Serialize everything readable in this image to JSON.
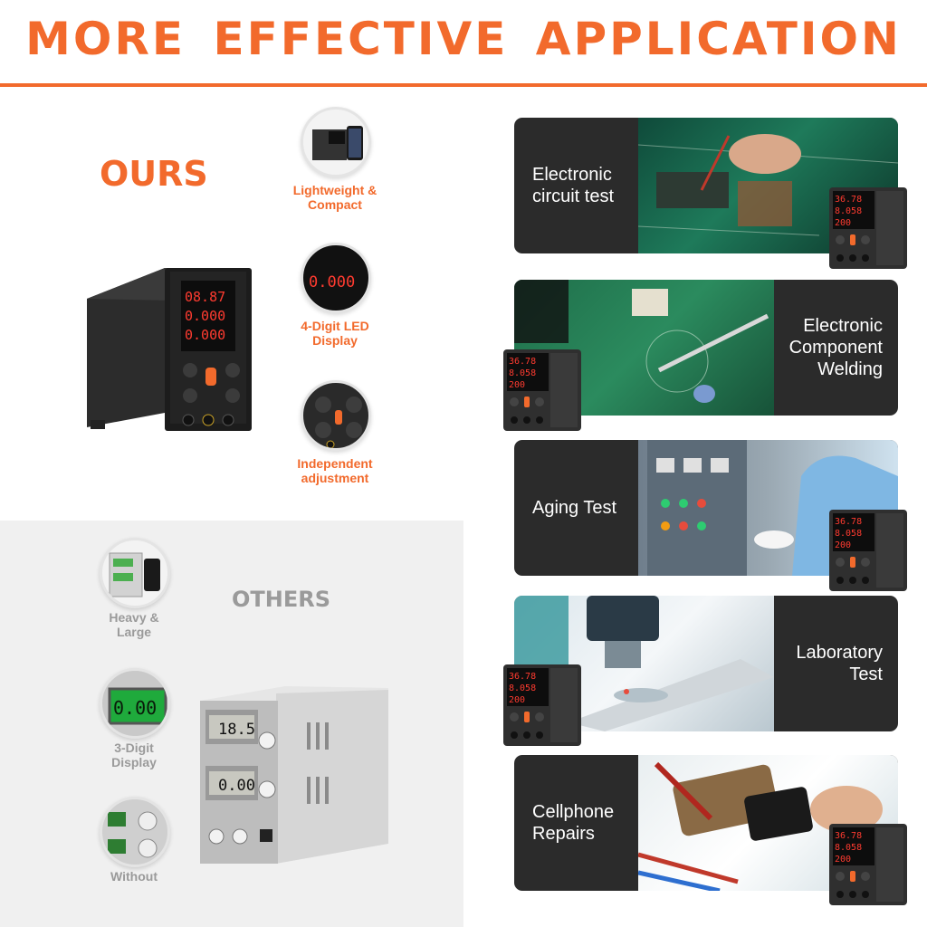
{
  "header": {
    "title": "MORE EFFECTIVE APPLICATION"
  },
  "ours": {
    "label": "OURS",
    "features": [
      {
        "icon": "compact-psu-icon",
        "label": "Lightweight &\nCompact"
      },
      {
        "icon": "led-display-icon",
        "label": "4-Digit LED\nDisplay",
        "display": "0.000"
      },
      {
        "icon": "knobs-icon",
        "label": "Independent\nadjustment"
      }
    ],
    "product_display": [
      "08.87",
      "0.000",
      "0.000"
    ]
  },
  "others": {
    "label": "OTHERS",
    "features": [
      {
        "icon": "large-psu-icon",
        "label": "Heavy &\nLarge"
      },
      {
        "icon": "lcd-display-icon",
        "label": "3-Digit\nDisplay",
        "display": "0.00"
      },
      {
        "icon": "old-knobs-icon",
        "label": "Without"
      }
    ],
    "product_display": [
      "18.5",
      "0.00"
    ]
  },
  "applications": [
    {
      "label": "Electronic\ncircuit test"
    },
    {
      "label": "Electronic\nComponent\nWelding"
    },
    {
      "label": "Aging Test"
    },
    {
      "label": "Laboratory\nTest"
    },
    {
      "label": "Cellphone\nRepairs"
    }
  ],
  "mini_display": [
    "36.78",
    "8.058",
    "200"
  ],
  "colors": {
    "accent": "#f26a2c",
    "card": "#2b2b2b",
    "gray_text": "#9a9a9a",
    "led": "#ff3b30"
  }
}
